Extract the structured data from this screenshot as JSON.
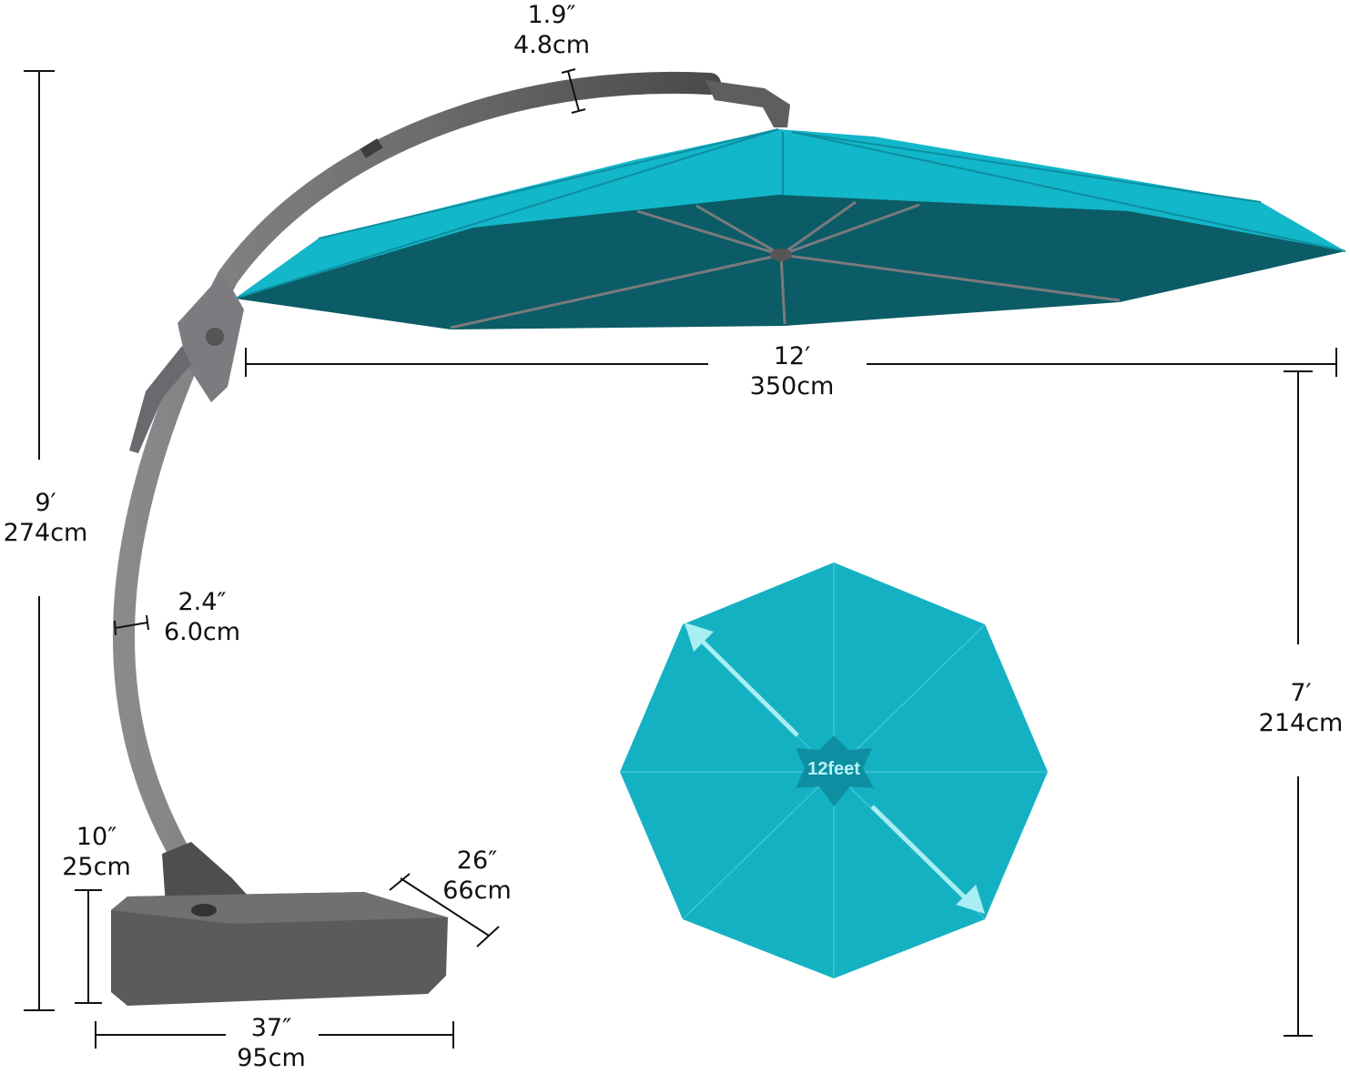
{
  "colors": {
    "canopy": "#12b7c9",
    "canopy_shade": "#0e6f7c",
    "canopy_under": "#0b5c66",
    "octagon": "#14b1c3",
    "frame": "#6d6d70",
    "frame_dark": "#4a4a4d",
    "base": "#59595c",
    "dimension_line": "#111111"
  },
  "dimensions": {
    "rib_top": {
      "imperial": "1.9″",
      "metric": "4.8cm"
    },
    "canopy_span": {
      "imperial": "12′",
      "metric": "350cm"
    },
    "total_height": {
      "imperial": "9′",
      "metric": "274cm"
    },
    "pole": {
      "imperial": "2.4″",
      "metric": "6.0cm"
    },
    "clearance": {
      "imperial": "7′",
      "metric": "214cm"
    },
    "base_height": {
      "imperial": "10″",
      "metric": "25cm"
    },
    "base_depth": {
      "imperial": "26″",
      "metric": "66cm"
    },
    "base_width": {
      "imperial": "37″",
      "metric": "95cm"
    }
  },
  "octagon": {
    "diameter_label": "12feet"
  }
}
